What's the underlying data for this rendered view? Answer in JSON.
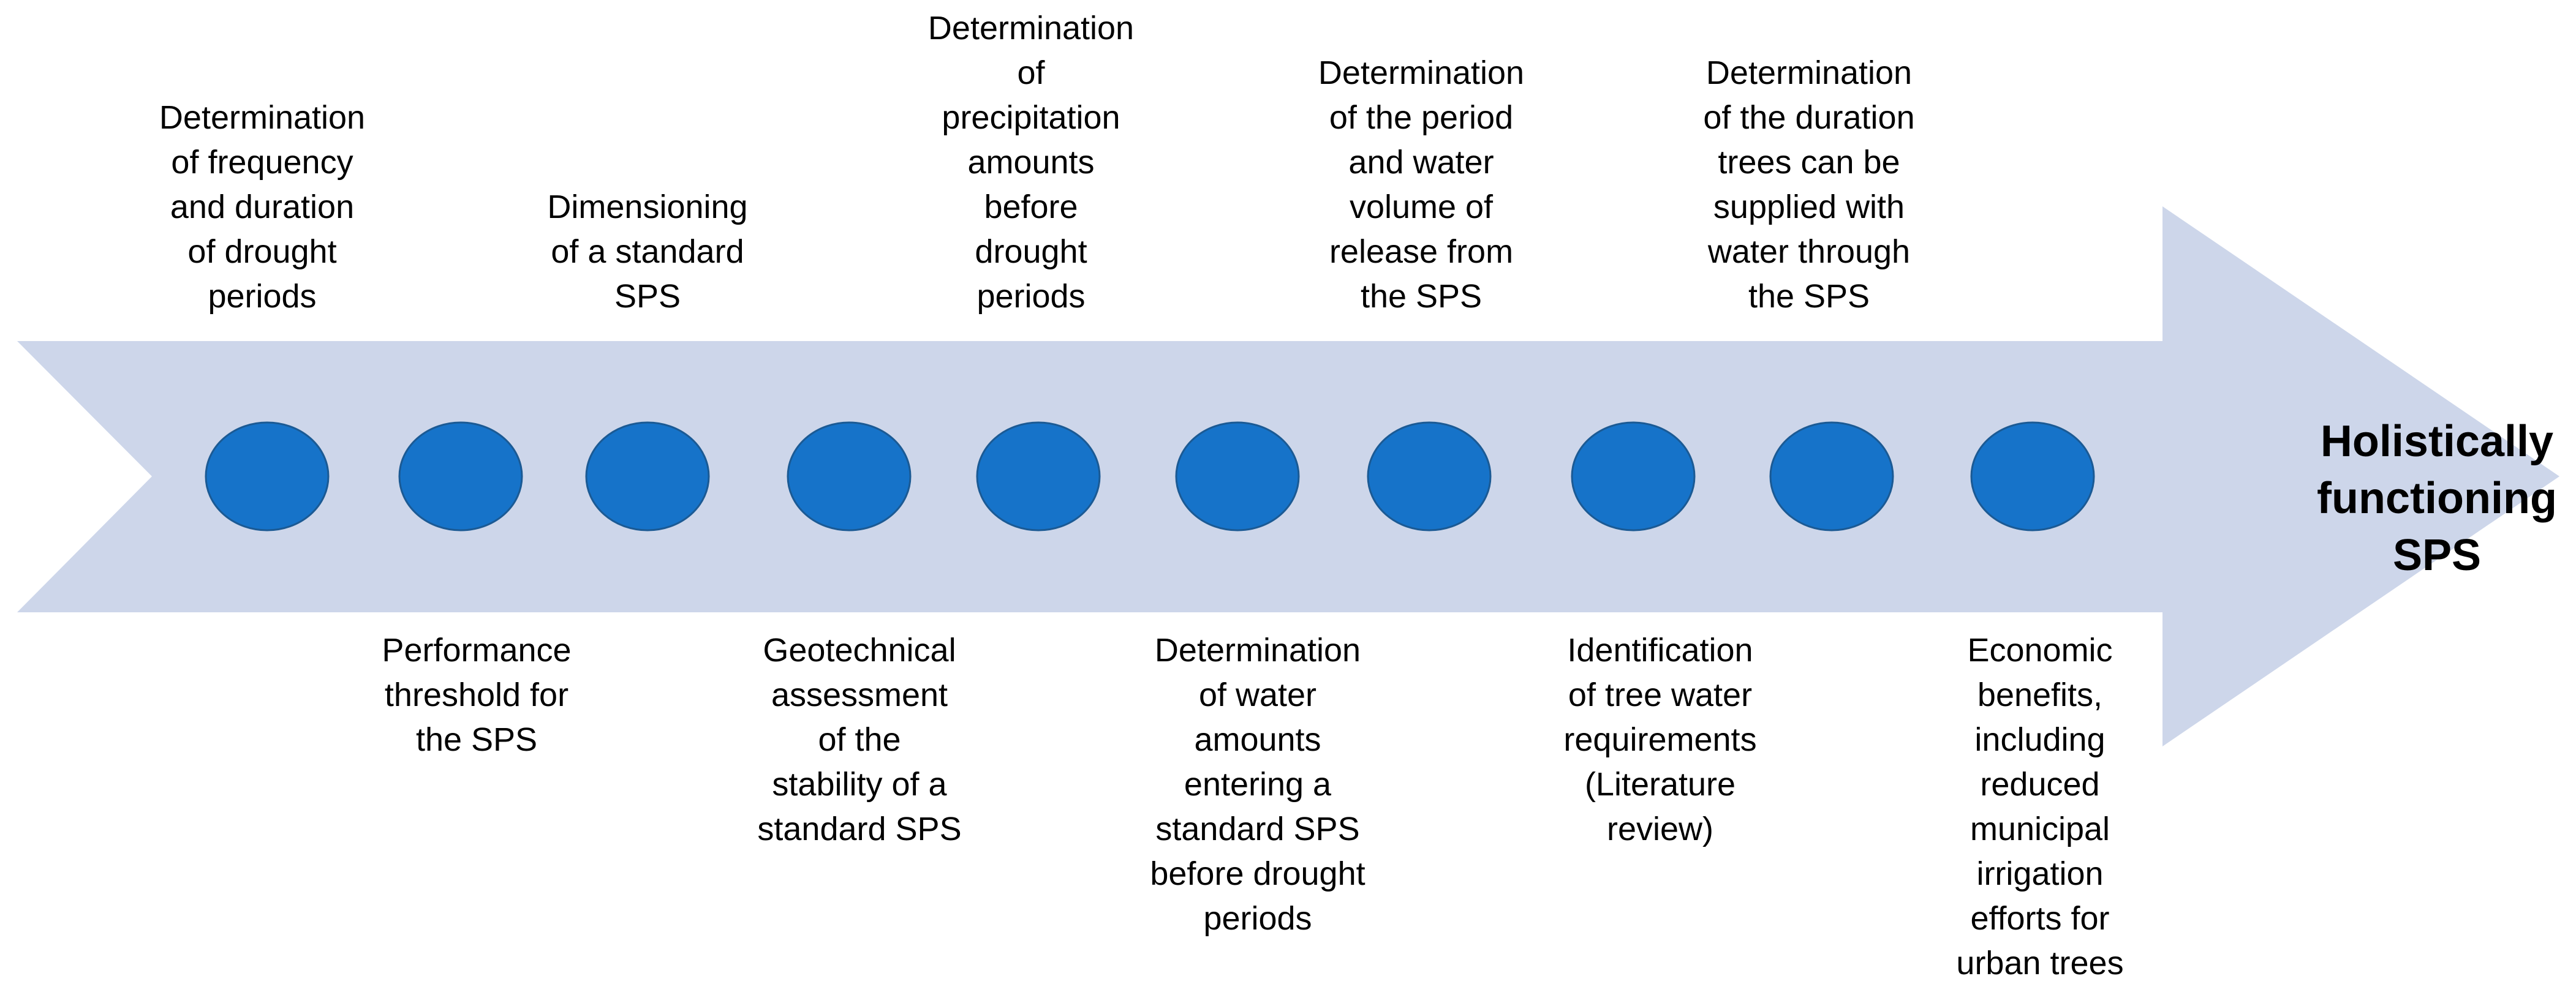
{
  "colors": {
    "arrow_fill": "#cdd6ea",
    "node_fill": "#1673c9",
    "node_stroke": "#1b5a94",
    "text": "#000000"
  },
  "goal": {
    "lines": [
      "Holistically",
      "functioning",
      "SPS"
    ]
  },
  "steps": [
    {
      "id": 1,
      "position": "above",
      "lines": [
        "Determination",
        "of frequency",
        "and duration",
        "of drought",
        "periods"
      ]
    },
    {
      "id": 2,
      "position": "below",
      "lines": [
        "Performance",
        "threshold for",
        "the SPS"
      ]
    },
    {
      "id": 3,
      "position": "above",
      "lines": [
        "Dimensioning",
        "of a standard",
        "SPS"
      ]
    },
    {
      "id": 4,
      "position": "below",
      "lines": [
        "Geotechnical",
        "assessment",
        "of the",
        "stability of a",
        "standard SPS"
      ]
    },
    {
      "id": 5,
      "position": "above",
      "lines": [
        "Determination",
        "of",
        "precipitation",
        "amounts",
        "before",
        "drought",
        "periods"
      ]
    },
    {
      "id": 6,
      "position": "below",
      "lines": [
        "Determination",
        "of water",
        "amounts",
        "entering a",
        "standard SPS",
        "before drought",
        "periods"
      ]
    },
    {
      "id": 7,
      "position": "above",
      "lines": [
        "Determination",
        "of the period",
        "and water",
        "volume of",
        "release from",
        "the SPS"
      ]
    },
    {
      "id": 8,
      "position": "below",
      "lines": [
        "Identification",
        "of tree water",
        "requirements",
        "(Literature",
        "review)"
      ]
    },
    {
      "id": 9,
      "position": "above",
      "lines": [
        "Determination",
        "of the duration",
        "trees can be",
        "supplied with",
        "water through",
        "the SPS"
      ]
    },
    {
      "id": 10,
      "position": "below",
      "lines": [
        "Economic",
        "benefits,",
        "including",
        "reduced",
        "municipal",
        "irrigation",
        "efforts for",
        "urban trees"
      ]
    }
  ]
}
